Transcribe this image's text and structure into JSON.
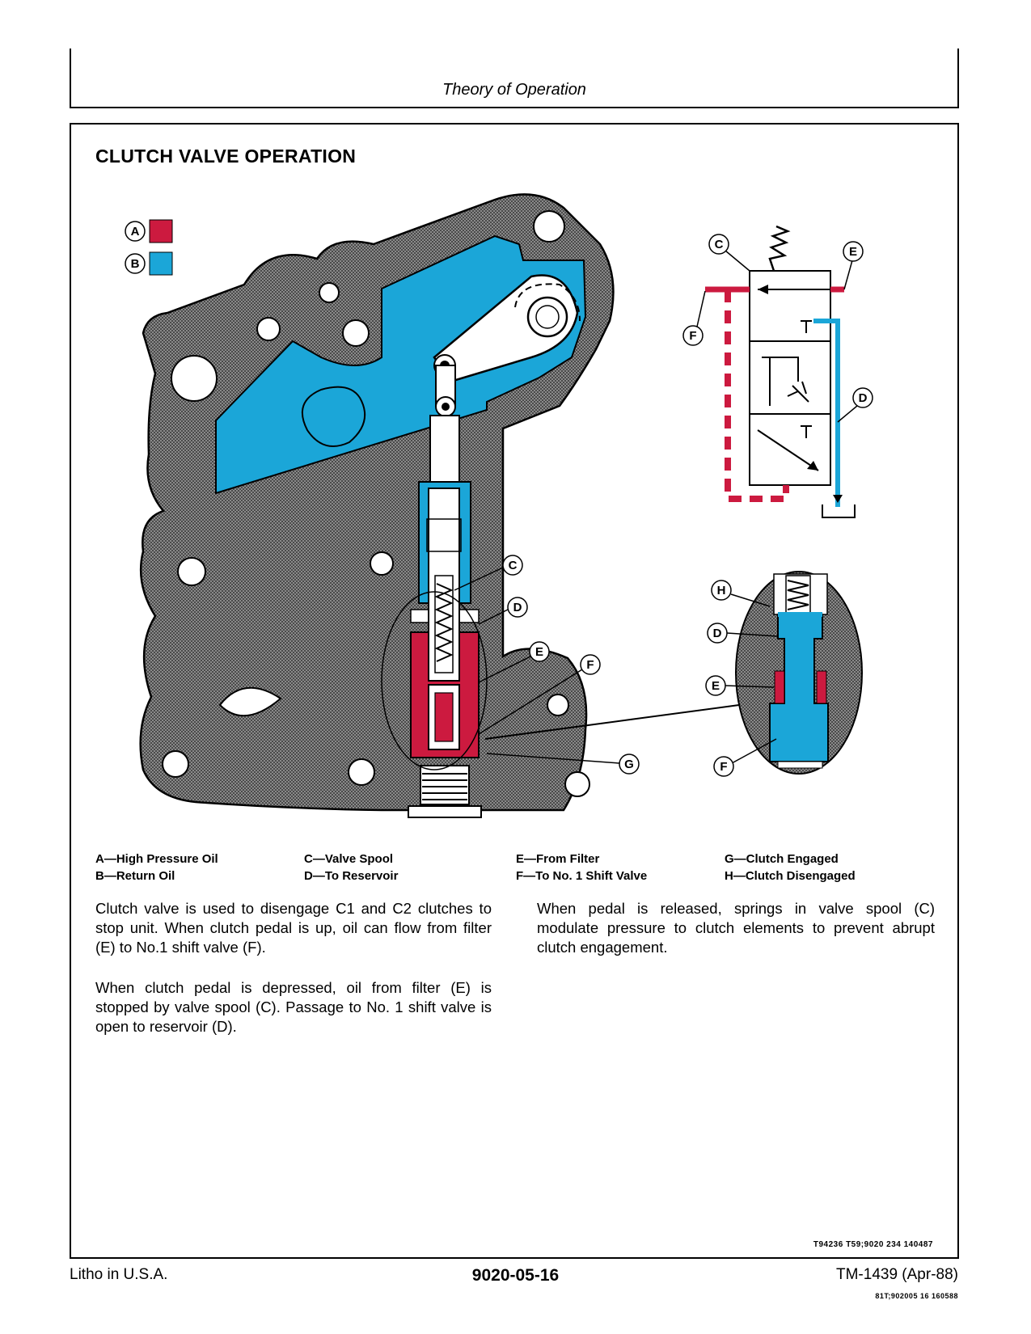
{
  "header": {
    "title": "Theory of Operation"
  },
  "section": {
    "title": "CLUTCH VALVE OPERATION"
  },
  "diagram": {
    "colors": {
      "high_pressure": "#cc1a3f",
      "return_oil": "#1ba6d8",
      "housing": "#6d6d6d"
    },
    "swatch_labels": [
      "A",
      "B"
    ],
    "callouts": {
      "main": [
        "C",
        "D",
        "E",
        "F",
        "G"
      ],
      "schematic": [
        "C",
        "E",
        "F",
        "D"
      ],
      "detail": [
        "H",
        "D",
        "E",
        "F"
      ]
    }
  },
  "legend": {
    "col1": [
      "A—High Pressure Oil",
      "B—Return Oil"
    ],
    "col2": [
      "C—Valve Spool",
      "D—To Reservoir"
    ],
    "col3": [
      "E—From Filter",
      "F—To No. 1 Shift Valve"
    ],
    "col4": [
      "G—Clutch Engaged",
      "H—Clutch Disengaged"
    ]
  },
  "text": {
    "left_p1": "Clutch valve is used to disengage C1 and C2 clutches to stop unit. When clutch pedal is up, oil can flow from filter (E) to No.1 shift valve (F).",
    "left_p2": "When clutch pedal is depressed, oil from filter (E) is stopped by valve spool (C). Passage to No. 1 shift valve is open to reservoir (D).",
    "right_p1": "When pedal is released, springs in valve spool (C) modulate pressure to clutch elements to prevent abrupt clutch engagement."
  },
  "figure_code": "T94236   T59;9020  234   140487",
  "footer": {
    "left": "Litho in U.S.A.",
    "center": "9020-05-16",
    "right": "TM-1439 (Apr-88)",
    "code": "81T;902005   16   160588"
  }
}
